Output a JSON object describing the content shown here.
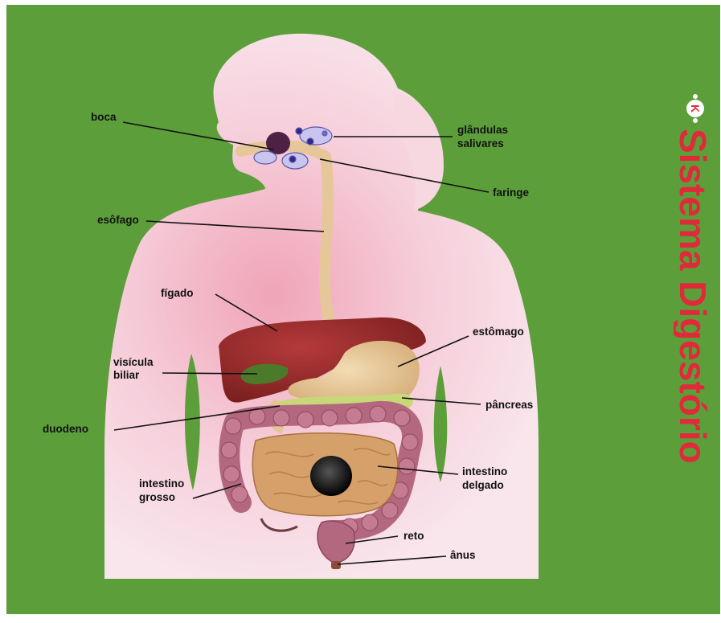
{
  "diagram": {
    "title": "Sistema Digestório",
    "logo_text": "K",
    "colors": {
      "background": "#5c9e3a",
      "body": "#f7dfe6",
      "body_glow": "#f0a4b8",
      "title": "#e02a3a",
      "liver": "#9a2a2a",
      "stomach": "#e9c99a",
      "intestine_large": "#b7687e",
      "intestine_small": "#d9a673",
      "pancreas": "#c9d97a",
      "gallbladder": "#4a7a2a",
      "esophagus": "#e6c79a",
      "glands": "#8f8ad6",
      "tongue": "#5a2a4a",
      "leader": "#111111"
    },
    "labels": {
      "boca": "boca",
      "glandulas_1": "glândulas",
      "glandulas_2": "salivares",
      "faringe": "faringe",
      "esofago": "esôfago",
      "figado": "fígado",
      "estomago": "estômago",
      "visicula_1": "visícula",
      "visicula_2": "biliar",
      "pancreas": "pâncreas",
      "duodeno": "duodeno",
      "intestino_delgado_1": "intestino",
      "intestino_delgado_2": "delgado",
      "intestino_grosso_1": "intestino",
      "intestino_grosso_2": "grosso",
      "reto": "reto",
      "anus": "ânus"
    }
  }
}
